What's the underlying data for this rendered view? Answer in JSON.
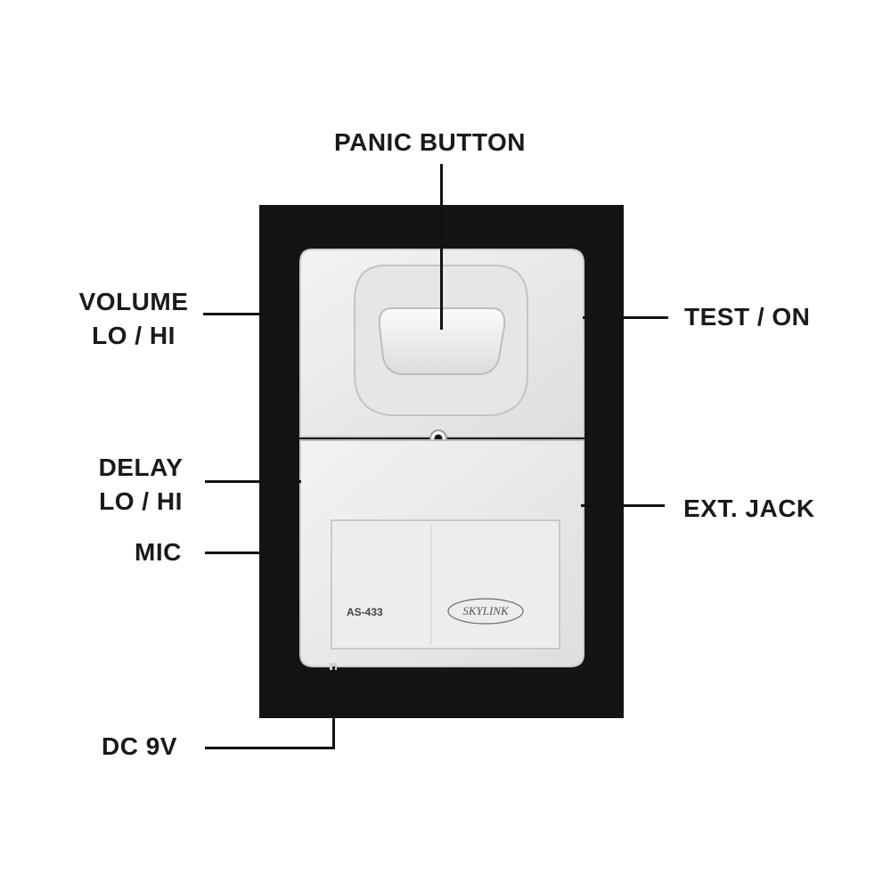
{
  "labels": {
    "panic_button": "PANIC BUTTON",
    "volume_line1": "VOLUME",
    "volume_line2": "LO / HI",
    "test_on": "TEST / ON",
    "delay_line1": "DELAY",
    "delay_line2": "LO / HI",
    "ext_jack": "EXT. JACK",
    "mic": "MIC",
    "dc_9v": "DC 9V"
  },
  "device": {
    "model_text": "AS-433",
    "brand_text": "SKYLINK"
  },
  "colors": {
    "backdrop": "#141414",
    "housing": "#ececec",
    "housing_shade": "#d9d9d9",
    "label_text": "#1a1a1a",
    "leader_line": "#111111"
  }
}
